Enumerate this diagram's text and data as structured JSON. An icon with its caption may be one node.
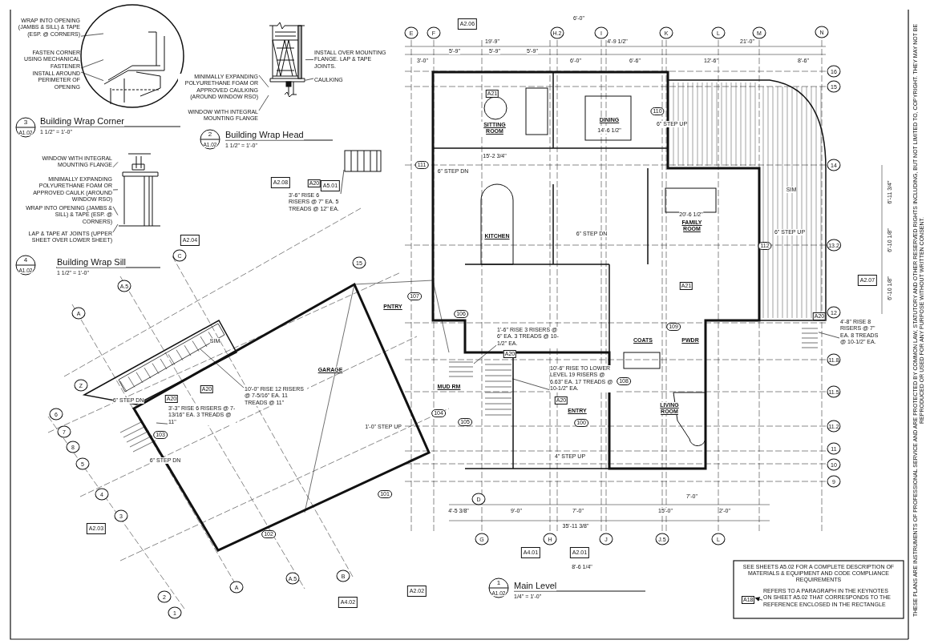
{
  "diagram": {
    "nodes": [
      {
        "text": [
          "WRAP INTO OPENING (JAMBS & SILL) & TAPE (ESP. @ CORNERS)"
        ]
      },
      {
        "text": [
          "FASTEN CORNER USING MECHANICAL FASTENER"
        ]
      },
      {
        "text": [
          "INSTALL AROUND PERIMETER OF OPENING"
        ]
      },
      {
        "text": [
          "INSTALL OVER MOUNTING FLANGE. LAP & TAPE JOINTS."
        ]
      },
      {
        "text": [
          "CAULKING"
        ]
      },
      {
        "text": [
          "MINIMALLY EXPANDING POLYURETHANE FOAM OR APPROVED CAULKING (AROUND WINDOW RSO)"
        ]
      },
      {
        "text": [
          "WINDOW WITH INTEGRAL MOUNTING FLANGE"
        ]
      },
      {
        "text": [
          "WINDOW WITH INTEGRAL MOUNTING FLANGE"
        ]
      },
      {
        "text": [
          "MINIMALLY EXPANDING POLYURETHANE FOAM OR APPROVED CAULK (AROUND WINDOW RSO)"
        ]
      },
      {
        "text": [
          "WRAP INTO OPENING (JAMBS & SILL) & TAPE (ESP. @ CORNERS)"
        ]
      },
      {
        "text": [
          "LAP & TAPE AT JOINTS (UPPER SHEET OVER LOWER SHEET)"
        ]
      },
      {
        "text": [
          "3'-6\" RISE 6 RISERS @ 7\" EA. 5 TREADS @ 12\" EA."
        ]
      },
      {
        "text": [
          "10'-0\" RISE 12 RISERS @ 7-5/16\" EA. 11 TREADS @ 11\""
        ]
      },
      {
        "text": [
          "3'-3\" RISE 6 RISERS @ 7-13/16\" EA. 3 TREADS @ 11\""
        ]
      },
      {
        "text": [
          "1'-6\" RISE 3 RISERS @ 6\" EA. 3 TREADS @ 10-1/2\" EA."
        ]
      },
      {
        "text": [
          "10'-6\" RISE TO LOWER LEVEL 19 RISERS @ 6.63\" EA. 17 TREADS @ 10-1/2\" EA."
        ]
      },
      {
        "text": [
          "4'-8\" RISE 8 RISERS @ 7\" EA. 8 TREADS @ 10-1/2\" EA."
        ]
      },
      {
        "text": [
          "A18"
        ]
      },
      {
        "text": [
          "REFERS TO A PARAGRAPH IN THE KEYNOTES ON SHEET A5.02 THAT CORRESPONDS TO THE REFERENCE ENCLOSED IN THE RECTANGLE"
        ]
      },
      {
        "text": [],
        "shape": "picture"
      },
      {
        "text": [],
        "shape": "picture"
      },
      {
        "text": [],
        "shape": "picture"
      },
      {
        "text": [],
        "shape": "picture"
      },
      {
        "text": [],
        "shape": "picture"
      },
      {
        "text": [],
        "shape": "picture"
      },
      {
        "text": [],
        "shape": "picture"
      },
      {
        "text": [],
        "shape": "picture"
      },
      {
        "text": [],
        "shape": "picture"
      }
    ],
    "edges": [
      {
        "from": 0,
        "to": 19,
        "arrow": "none"
      },
      {
        "from": 1,
        "to": 19,
        "arrow": "none"
      },
      {
        "from": 2,
        "to": 19,
        "arrow": "none"
      },
      {
        "from": 3,
        "to": 20,
        "arrow": "none"
      },
      {
        "from": 4,
        "to": 20,
        "arrow": "none"
      },
      {
        "from": 5,
        "to": 20,
        "arrow": "none"
      },
      {
        "from": 6,
        "to": 20,
        "arrow": "none"
      },
      {
        "from": 7,
        "to": 21,
        "arrow": "none"
      },
      {
        "from": 8,
        "to": 21,
        "arrow": "none"
      },
      {
        "from": 9,
        "to": 21,
        "arrow": "none"
      },
      {
        "from": 10,
        "to": 21,
        "arrow": "none"
      },
      {
        "from": 11,
        "to": 22,
        "arrow": "none"
      },
      {
        "from": 12,
        "to": 23,
        "arrow": "none"
      },
      {
        "from": 13,
        "to": 24,
        "arrow": "none"
      },
      {
        "from": 14,
        "to": 25,
        "arrow": "none"
      },
      {
        "from": 15,
        "to": 26,
        "arrow": "none"
      },
      {
        "from": 16,
        "to": 27,
        "arrow": "none"
      },
      {
        "from": 18,
        "to": 17,
        "arrow": "to"
      }
    ],
    "labels": [
      "3",
      "A1.02",
      "Building Wrap Corner",
      "1 1/2\" = 1'-0\"",
      "2",
      "A1.02",
      "Building Wrap Head",
      "1 1/2\" = 1'-0\"",
      "4",
      "A1.02",
      "Building Wrap Sill",
      "1 1/2\" = 1'-0\"",
      "1",
      "A1.02",
      "Main Level",
      "1/4\" = 1'-0\"",
      "SITTING ROOM",
      "DINING",
      "KITCHEN",
      "FAMILY ROOM",
      "PNTRY",
      "GARAGE",
      "MUD RM",
      "ENTRY",
      "LIVING ROOM",
      "COATS",
      "PWDR",
      "E",
      "F",
      "H.2",
      "I",
      "K",
      "L",
      "M",
      "N",
      "16",
      "15",
      "14",
      "13.2",
      "12",
      "11.8",
      "11.5",
      "11.2",
      "11",
      "10",
      "9",
      "G",
      "H",
      "J",
      "J.5",
      "L",
      "C",
      "A.5",
      "A",
      "Z",
      "6",
      "7",
      "8",
      "5",
      "4",
      "3",
      "2",
      "1",
      "A",
      "A.5",
      "B",
      "D",
      "15",
      "SEE SHEETS A5.02 FOR A COMPLETE DESCRIPTION OF MATERIALS & EQUIPMENT AND CODE COMPLIANCE REQUIREMENTS",
      "6\" STEP DN",
      "6\" STEP UP",
      "6\" STEP DN",
      "6\" STEP UP",
      "1'-0\" STEP UP",
      "6\" STEP DN",
      "6\" STEP DN",
      "4\" STEP UP",
      "6'-0\"",
      "19'-9\"",
      "4'-9 1/2\"",
      "21'-0\"",
      "5'-9\"",
      "5'-9\"",
      "5'-9\"",
      "3'-0\"",
      "6'-0\"",
      "6'-6\"",
      "12'-6\"",
      "8'-6\"",
      "15'-2 3/4\"",
      "14'-6 1/2\"",
      "20'-6 1/2\"",
      "35'-11 3/8\"",
      "4'-5 3/8\"",
      "9'-0\"",
      "7'-0\"",
      "15'-0\"",
      "2'-0\"",
      "7'-0\"",
      "8'-6 1/4\"",
      "6'-11 3/4\"",
      "6'-10 1/8\"",
      "6'-10 1/8\"",
      "A2.06",
      "A2.08",
      "A2.04",
      "A2.07",
      "A2.03",
      "A2.02",
      "A2.01",
      "A4.02",
      "A4.01",
      "A5.01",
      "A21",
      "A20",
      "A20",
      "A20",
      "A20",
      "A20",
      "A21",
      "A20",
      "111",
      "110",
      "112",
      "107",
      "106",
      "104",
      "105",
      "103",
      "102",
      "101",
      "100",
      "108",
      "109",
      "SIM",
      "SIM",
      "THESE PLANS ARE INSTRUMENTS OF PROFESSIONAL SERVICE AND ARE PROTECTED BY COMMON LAW, STATUTORY AND OTHER RESERVED RIGHTS INCLUDING, BUT NOT LIMITED TO, COPYRIGHT. THEY MAY NOT BE REPRODUCED OR USED FOR ANY PURPOSE WITHOUT WRITTEN CONSENT."
    ]
  }
}
